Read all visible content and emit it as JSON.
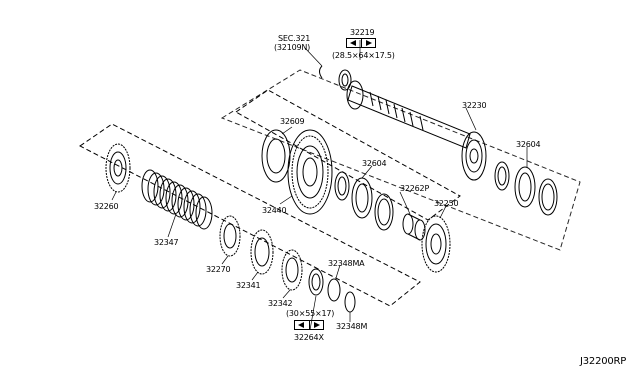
{
  "labels": {
    "sec": "SEC.321",
    "sec_ref": "(32109N)",
    "p32219": "32219",
    "dim_32219": "(28.5×64×17.5)",
    "p32609": "32609",
    "p32230": "32230",
    "p32604_a": "32604",
    "p32604_b": "32604",
    "p32262p": "32262P",
    "p32250": "32250",
    "p32440": "32440",
    "p32260": "32260",
    "p32347": "32347",
    "p32270": "32270",
    "p32341": "32341",
    "p32348ma": "32348MA",
    "p32342": "32342",
    "dim_32264x": "(30×55×17)",
    "p32348m": "32348M",
    "p32264x": "32264X",
    "diagram_ref": "J32200RP"
  },
  "icons": [
    "triangle-left-icon",
    "triangle-right-icon"
  ]
}
